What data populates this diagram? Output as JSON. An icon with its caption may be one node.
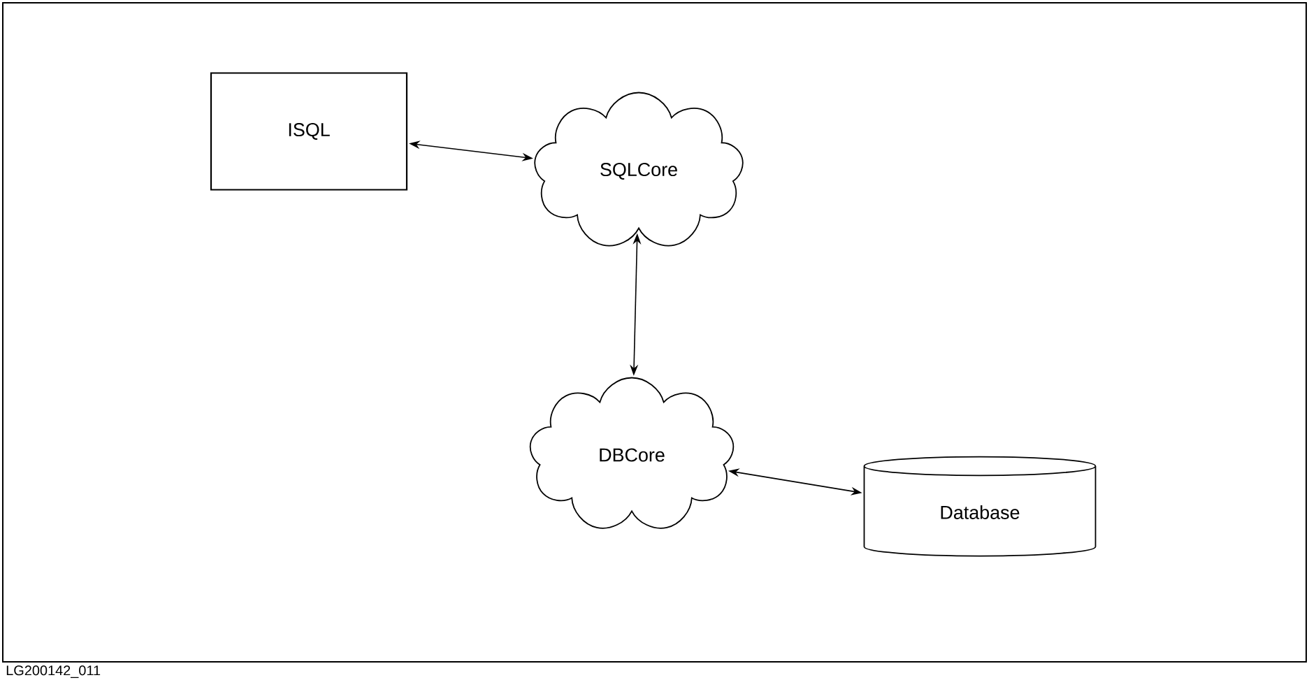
{
  "diagram": {
    "nodes": [
      {
        "text": [
          "ISQL"
        ]
      },
      {
        "text": [
          "SQLCore"
        ]
      },
      {
        "text": [
          "DBCore"
        ]
      },
      {
        "text": [
          "Database"
        ]
      }
    ],
    "edges": [
      {
        "from": 0,
        "to": 1,
        "arrow": "both"
      },
      {
        "from": 1,
        "to": 2,
        "arrow": "both"
      },
      {
        "from": 2,
        "to": 3,
        "arrow": "both"
      }
    ],
    "labels": [
      "LG200142_011"
    ]
  }
}
